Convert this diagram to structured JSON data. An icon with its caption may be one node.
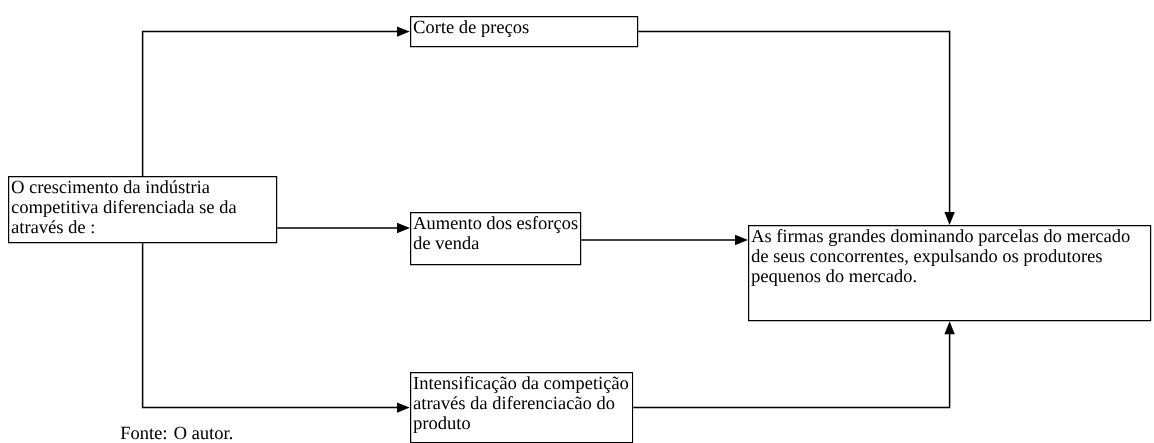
{
  "diagram": {
    "nodes": [
      {
        "text": [
          "O crescimento da indústria competitiva diferenciada se da através de :"
        ]
      },
      {
        "text": [
          "Corte de preços"
        ]
      },
      {
        "text": [
          "Aumento dos esforços de venda"
        ]
      },
      {
        "text": [
          "Intensificação da competição através da diferenciacão do produto"
        ]
      },
      {
        "text": [
          "As firmas grandes dominando parcelas do mercado de seus concorrentes, expulsando os produtores pequenos do mercado."
        ]
      }
    ],
    "edges": [
      {
        "from": 0,
        "to": 1,
        "arrow": "to"
      },
      {
        "from": 0,
        "to": 2,
        "arrow": "to"
      },
      {
        "from": 0,
        "to": 3,
        "arrow": "to"
      },
      {
        "from": 1,
        "to": 4,
        "arrow": "to"
      },
      {
        "from": 2,
        "to": 4,
        "arrow": "to"
      },
      {
        "from": 3,
        "to": 4,
        "arrow": "to"
      }
    ],
    "labels": [
      "Fonte: O autor."
    ]
  }
}
